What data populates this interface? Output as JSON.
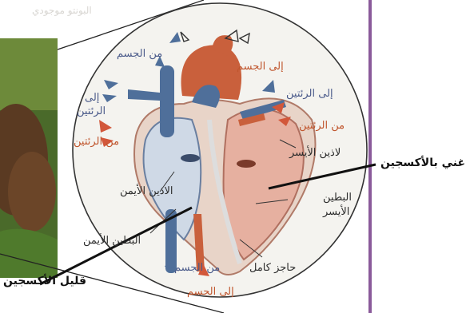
{
  "faint_header": "البونتو موجودي",
  "labels": {
    "from_body_top": "من الجسم",
    "to_body_top": "إلى الجسم",
    "to_lungs_left_line1": "إلى",
    "to_lungs_left_line2": "الرئتين",
    "from_lungs_left": "من الرئتين",
    "to_lungs_right": "إلى الرئتين",
    "from_lungs_right": "من الرئتين",
    "left_atrium": "لاذين الأيسر",
    "right_atrium": "الاذين الأيمن",
    "left_ventricle_line1": "البطين",
    "left_ventricle_line2": "الأيسر",
    "right_ventricle": "البطين الأيمن",
    "septum": "حاجز كامل",
    "from_body_bottom": "من الجسم",
    "to_body_bottom": "إلى الجسم",
    "oxygen_rich": "غني بالأكسجين",
    "oxygen_poor": "قليل الأكسجين"
  },
  "colors": {
    "vein_blue": "#4f6f9a",
    "artery_red": "#c9603c",
    "heart_pink": "#e8b8a8",
    "border_purple": "#8a5a9a"
  }
}
